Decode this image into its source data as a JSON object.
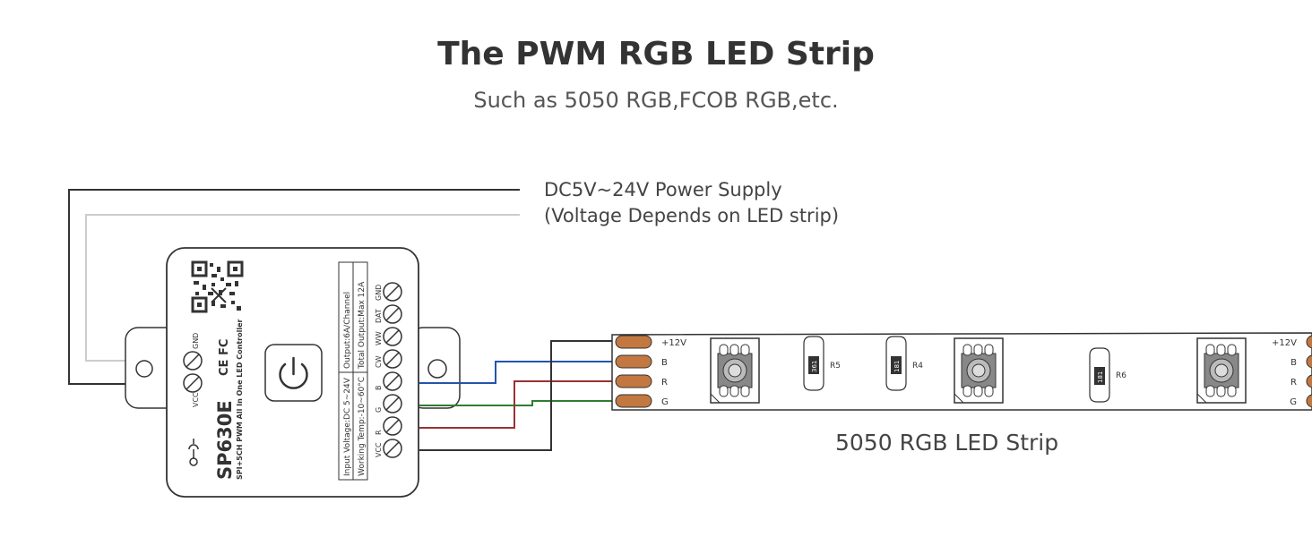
{
  "header": {
    "title": "The PWM RGB LED Strip",
    "subtitle": "Such as 5050 RGB,FCOB RGB,etc."
  },
  "power_supply": {
    "line1": "DC5V~24V Power Supply",
    "line2": "(Voltage Depends on LED strip)"
  },
  "controller": {
    "model": "SP630E",
    "description": "SPI+5CH PWM All In One LED Controller",
    "spec_col1": "Input Voltage:DC 5~24V  Working Temp:-10~60°C",
    "spec_col2": "Output:6A/Channel  Total Output:Max 12A",
    "spec_input": "Input Voltage:DC 5~24V",
    "spec_temp": "Working Temp:-10~60°C",
    "spec_output": "Output:6A/Channel",
    "spec_total": "Total Output:Max 12A",
    "left_terminals": [
      "GND",
      "VCC"
    ],
    "right_terminals": [
      "GND",
      "DAT",
      "WW",
      "CW",
      "B",
      "G",
      "R",
      "VCC"
    ],
    "cert_marks": "CE FC"
  },
  "strip": {
    "label": "5050 RGB LED Strip",
    "pads": [
      "+12V",
      "B",
      "R",
      "G"
    ],
    "pads_right": [
      "+12V",
      "B",
      "R",
      "G"
    ],
    "resistors": [
      {
        "code": "361",
        "name": "R5"
      },
      {
        "code": "181",
        "name": "R4"
      },
      {
        "code": "181",
        "name": "R6"
      }
    ]
  },
  "colors": {
    "wire_black": "#333333",
    "wire_gray": "#cccccc",
    "wire_blue": "#2255aa",
    "wire_red": "#993333",
    "wire_green": "#2e7d32",
    "pad": "#c27840"
  }
}
